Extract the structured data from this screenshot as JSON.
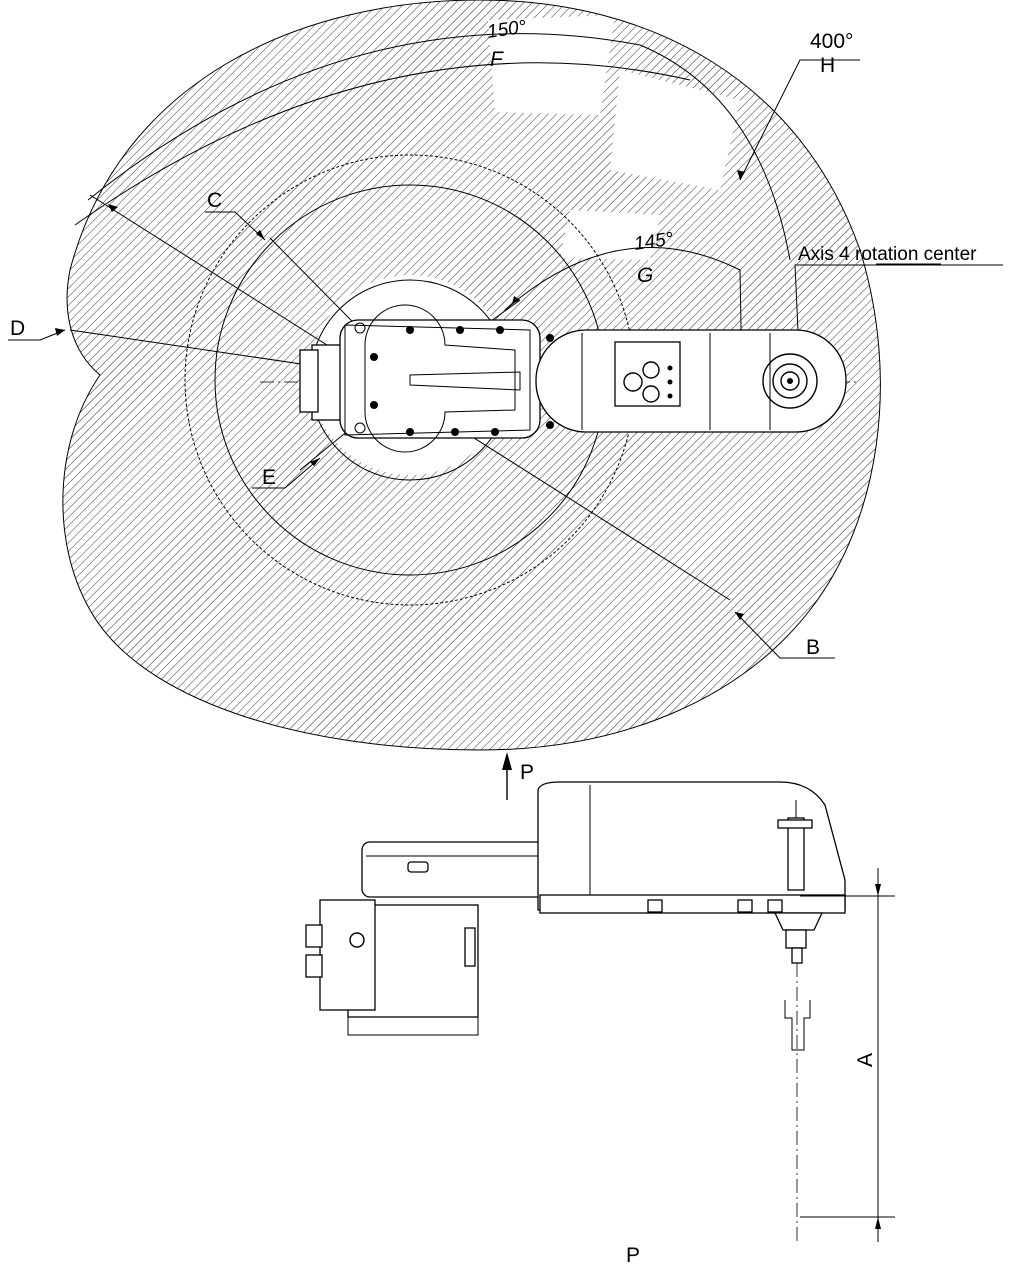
{
  "labels": {
    "angle_f": "150°",
    "letter_f": "F",
    "angle_h": "400°",
    "letter_h": "H",
    "angle_g": "145°",
    "letter_g": "G",
    "axis4": "Axis 4 rotation center",
    "a": "A",
    "b": "B",
    "c": "C",
    "d": "D",
    "e": "E",
    "p_arrow": "P",
    "p_bottom": "P"
  }
}
